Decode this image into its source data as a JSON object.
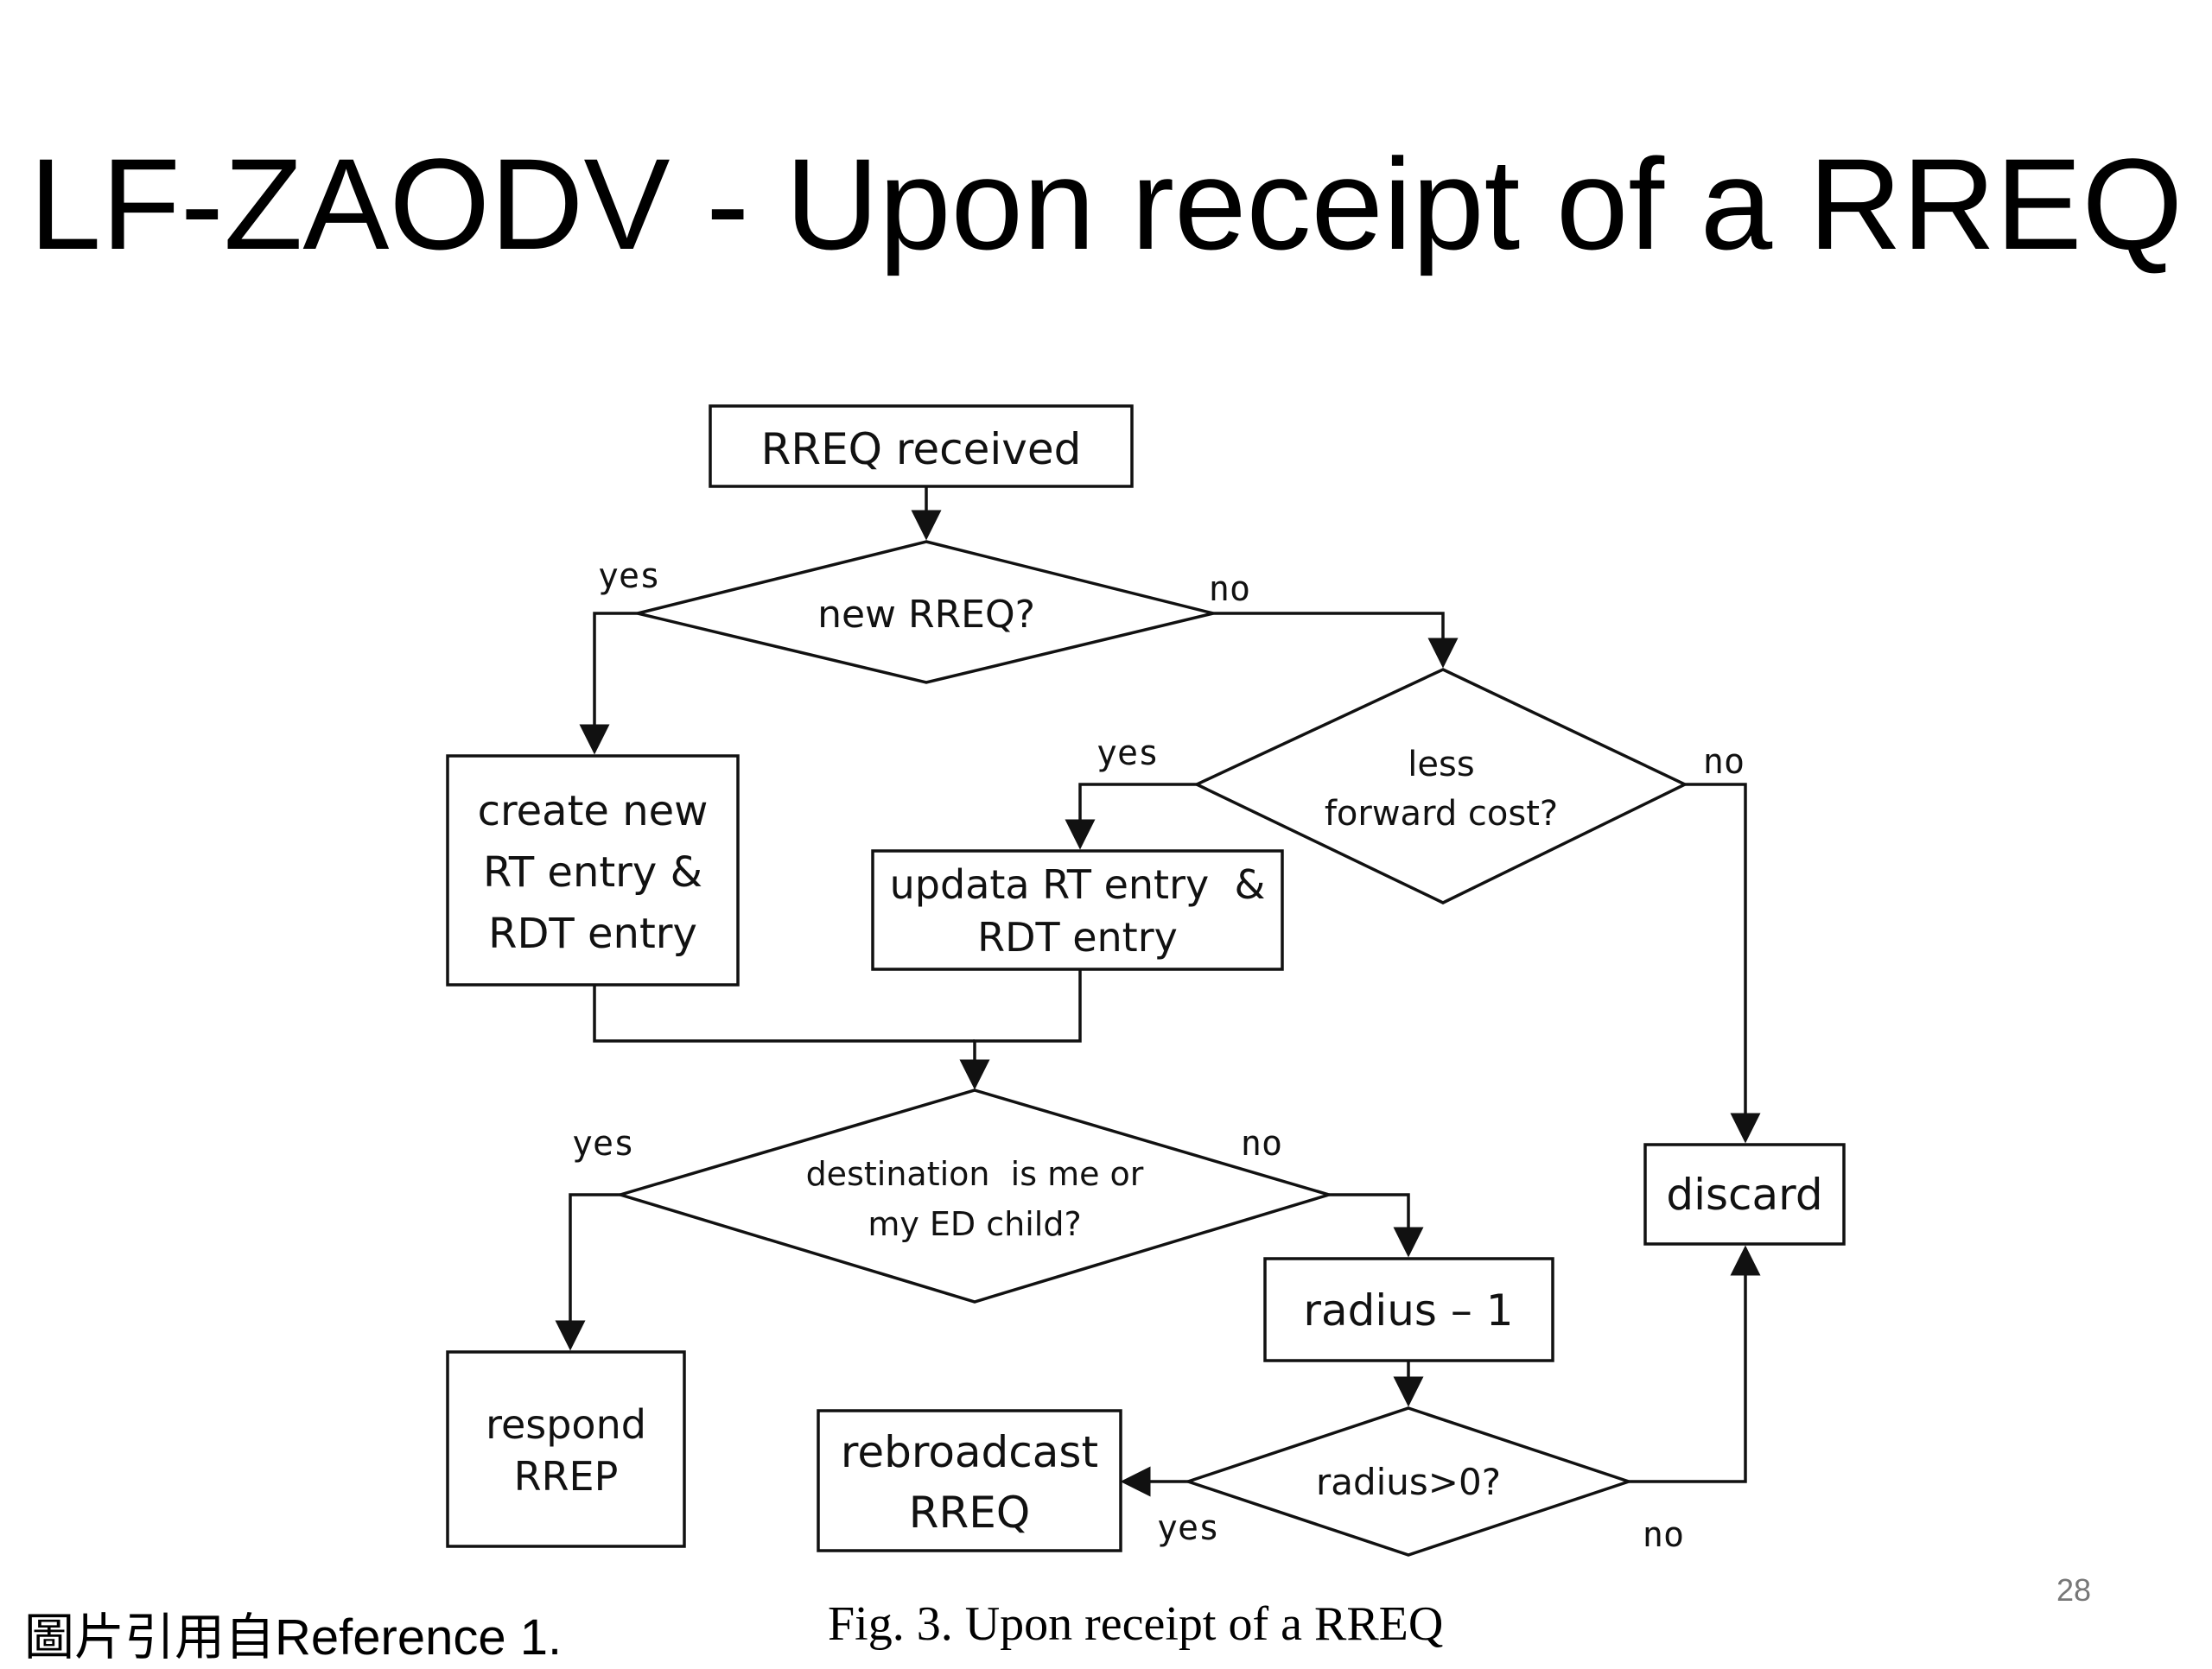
{
  "slide": {
    "title": "LF-ZAODV - Upon receipt of a RREQ",
    "page_number": "28",
    "citation": "圖片引用自Reference 1.",
    "caption": "Fig. 3. Upon receipt of a RREQ"
  },
  "flowchart": {
    "nodes": {
      "rreq_received": "RREQ received",
      "new_rreq": "new RREQ?",
      "create_new_1": "create new",
      "create_new_2": "RT entry &",
      "create_new_3": "RDT entry",
      "less_cost_1": "less",
      "less_cost_2": "forward cost?",
      "update_1": "updata RT entry  &",
      "update_2": "RDT entry",
      "destination_1": "destination  is me or",
      "destination_2": "my ED child?",
      "discard": "discard",
      "radius_minus": "radius – 1",
      "respond_1": "respond",
      "respond_2": "RREP",
      "rebroadcast_1": "rebroadcast",
      "rebroadcast_2": "RREQ",
      "radius_check": "radius>0?"
    },
    "edge_labels": {
      "new_rreq_yes": "yes",
      "new_rreq_no": "no",
      "less_cost_yes": "yes",
      "less_cost_no": "no",
      "destination_yes": "yes",
      "destination_no": "no",
      "radius_yes": "yes",
      "radius_no": "no"
    }
  }
}
